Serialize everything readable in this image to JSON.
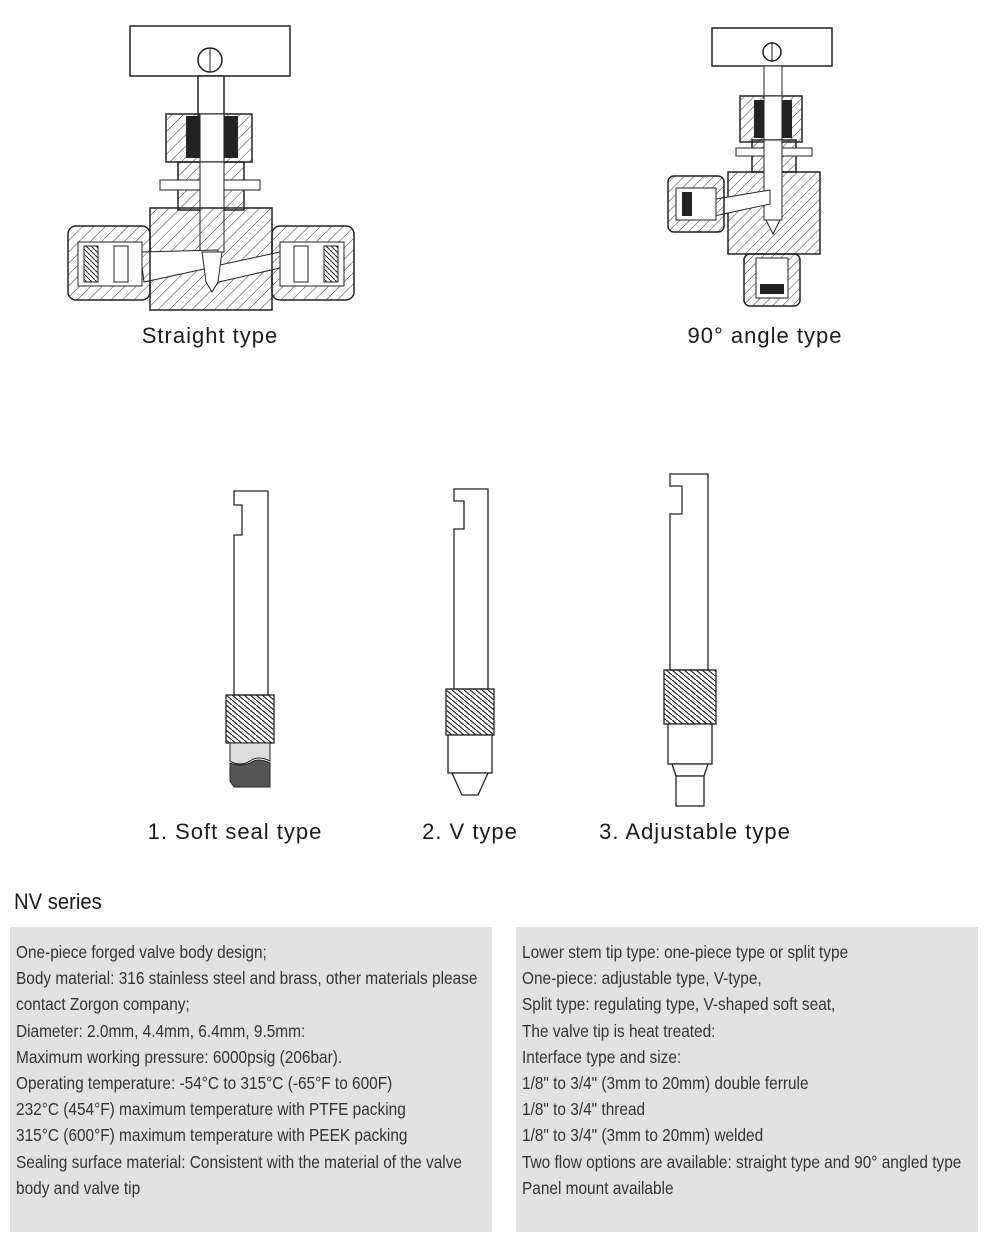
{
  "figures": {
    "straight_caption": "Straight type",
    "angle_caption": "90° angle type",
    "tips": [
      {
        "caption": "1. Soft seal type"
      },
      {
        "caption": "2. V type"
      },
      {
        "caption": "3. Adjustable type"
      }
    ]
  },
  "series": {
    "title": "NV series",
    "left_lines": [
      "One-piece forged valve body design;",
      "Body material: 316 stainless steel and brass, other materials please",
      "contact Zorgon company;",
      "Diameter: 2.0mm, 4.4mm, 6.4mm, 9.5mm:",
      "Maximum working pressure: 6000psig (206bar).",
      "Operating temperature: -54°C to 315°C (-65°F to 600F)",
      "232°C (454°F) maximum temperature with PTFE packing",
      "315°C (600°F) maximum temperature with PEEK packing",
      "Sealing surface material: Consistent with the material of the valve",
      "body and valve tip"
    ],
    "right_lines": [
      "Lower stem tip type: one-piece type or split type",
      "One-piece: adjustable type, V-type,",
      "Split type: regulating type, V-shaped soft seat,",
      "The valve tip is heat treated:",
      "Interface type and size:",
      "1/8\" to 3/4\" (3mm to 20mm) double ferrule",
      "1/8\" to 3/4\" thread",
      "1/8\" to 3/4\" (3mm to 20mm) welded",
      "Two flow options are available: straight type and 90° angled type",
      "Panel mount available"
    ]
  }
}
